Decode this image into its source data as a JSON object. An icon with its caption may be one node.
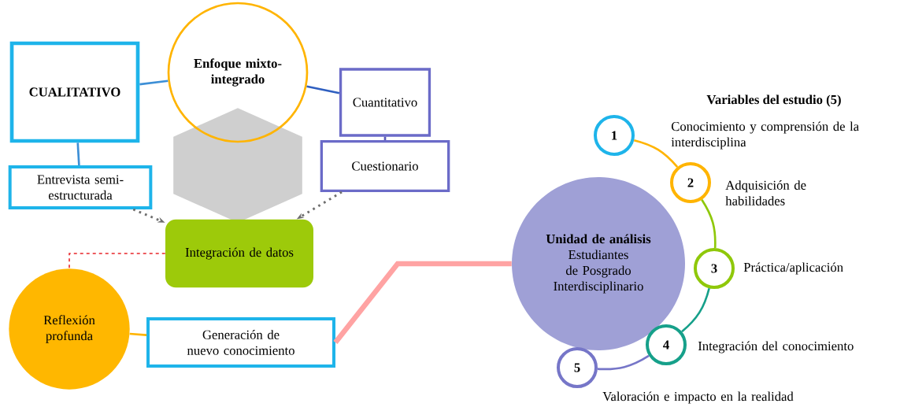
{
  "diagram": {
    "nodes": [
      {
        "text": [
          "CUALITATIVO"
        ]
      },
      {
        "text": [
          "Enfoque mixto-integrado"
        ]
      },
      {
        "text": [
          "Cuantitativo"
        ]
      },
      {
        "text": [
          "Entrevista semi-estructurada"
        ]
      },
      {
        "text": [
          "Cuestionario"
        ]
      },
      {
        "text": [
          "Integración de datos"
        ]
      },
      {
        "text": [
          "Reflexión profunda"
        ]
      },
      {
        "text": [
          "Generación de nuevo conocimiento"
        ]
      },
      {
        "text": [
          "Unidad de análisis",
          "Estudiantes de Posgrado Interdisciplinario"
        ]
      },
      {
        "text": [
          "1"
        ]
      },
      {
        "text": [
          "2"
        ],
        "beside": [
          "Adquisición de habilidades"
        ]
      },
      {
        "text": [
          "3"
        ],
        "beside": [
          "Práctica/aplicación"
        ]
      },
      {
        "text": [
          "4"
        ],
        "beside": [
          "Integración del conocimiento"
        ]
      },
      {
        "text": [
          "5"
        ],
        "beside": [
          "Valoración e impacto en la realidad"
        ]
      },
      {
        "text": [],
        "shape": "hexagon"
      }
    ],
    "edges": [
      {
        "from": 0,
        "to": 1,
        "arrow": "none",
        "color": "#3d8fd6"
      },
      {
        "from": 1,
        "to": 2,
        "arrow": "none",
        "color": "#2f5fc0"
      },
      {
        "from": 0,
        "to": 3,
        "arrow": "none",
        "color": "#3d8fd6"
      },
      {
        "from": 2,
        "to": 4,
        "arrow": "none",
        "color": "#5a5ab8"
      },
      {
        "from": 3,
        "to": 5,
        "arrow": "to",
        "style": "dashed",
        "color": "#6e6e6e"
      },
      {
        "from": 4,
        "to": 5,
        "arrow": "to",
        "style": "dashed",
        "color": "#6e6e6e"
      },
      {
        "from": 5,
        "to": 6,
        "arrow": "none",
        "style": "dashed",
        "color": "#e8262a"
      },
      {
        "from": 6,
        "to": 7,
        "arrow": "none",
        "color": "#ffb400"
      },
      {
        "from": 7,
        "to": 8,
        "arrow": "none",
        "style": "thick",
        "color": "#ffa3a3"
      },
      {
        "from": 9,
        "to": 10,
        "arrow": "none",
        "color": "#ffb400"
      },
      {
        "from": 10,
        "to": 11,
        "arrow": "none",
        "color": "#8fc80a"
      },
      {
        "from": 11,
        "to": 12,
        "arrow": "none",
        "color": "#16a08a"
      },
      {
        "from": 12,
        "to": 13,
        "arrow": "none",
        "color": "#7676c8"
      }
    ],
    "labels": [
      "Variables del estudio (5)",
      "Conocimiento y comprensión  de la interdisciplina"
    ]
  }
}
